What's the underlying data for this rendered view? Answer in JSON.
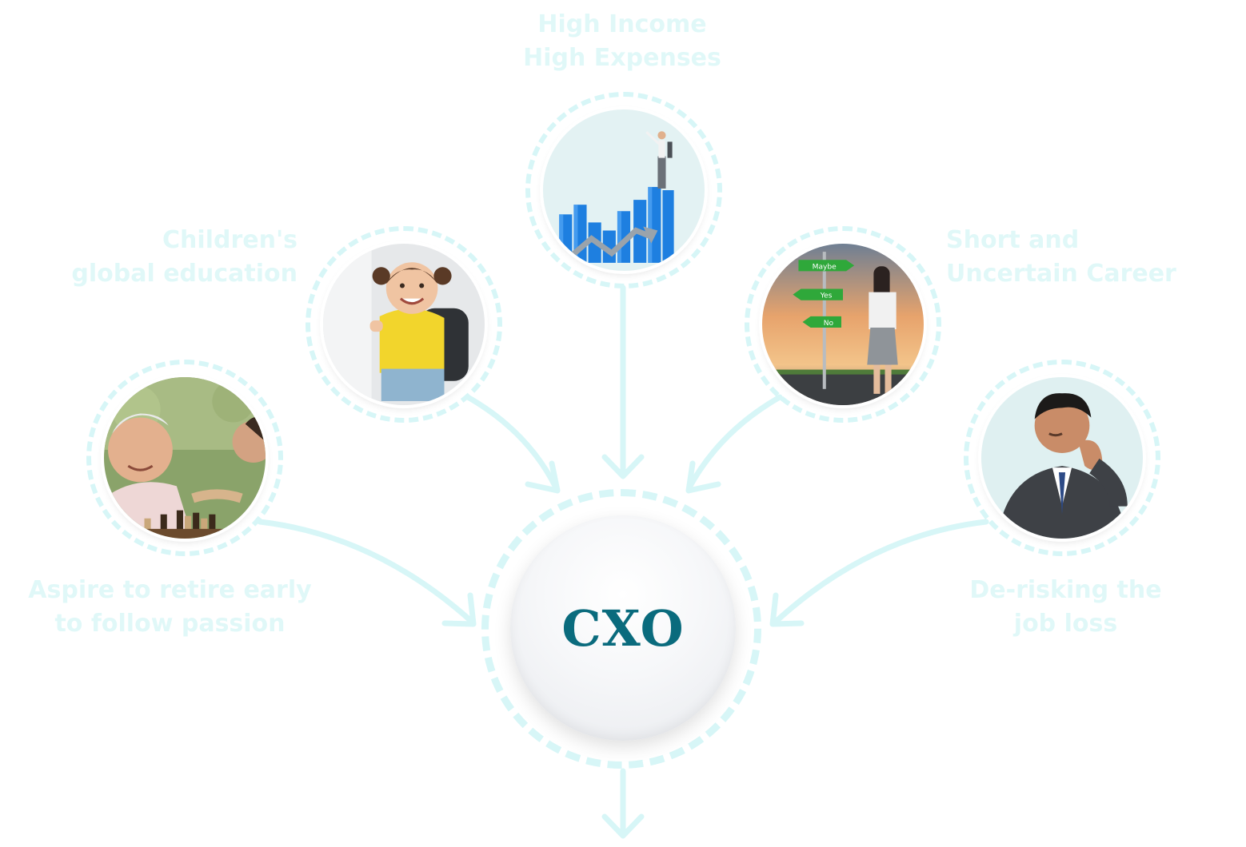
{
  "colors": {
    "connector": "#d7f6f7",
    "label": "#e0f8f8",
    "hub_text": "#0a6b7d"
  },
  "hub": {
    "title": "CXO"
  },
  "goals": [
    {
      "id": "high-income",
      "label": "High Income\nHigh Expenses",
      "icon": "businessman-on-growth-chart"
    },
    {
      "id": "education",
      "label": "Children's\nglobal education",
      "icon": "schoolgirl-with-backpack"
    },
    {
      "id": "career",
      "label": "Short and\nUncertain Career",
      "icon": "woman-at-signpost"
    },
    {
      "id": "retire",
      "label": "Aspire to retire early\nto follow passion",
      "icon": "elderly-man-playing-chess"
    },
    {
      "id": "job-loss",
      "label": "De-risking the\njob loss",
      "icon": "stressed-businessman"
    }
  ],
  "signpost": {
    "maybe": "Maybe",
    "yes": "Yes",
    "no": "No"
  }
}
